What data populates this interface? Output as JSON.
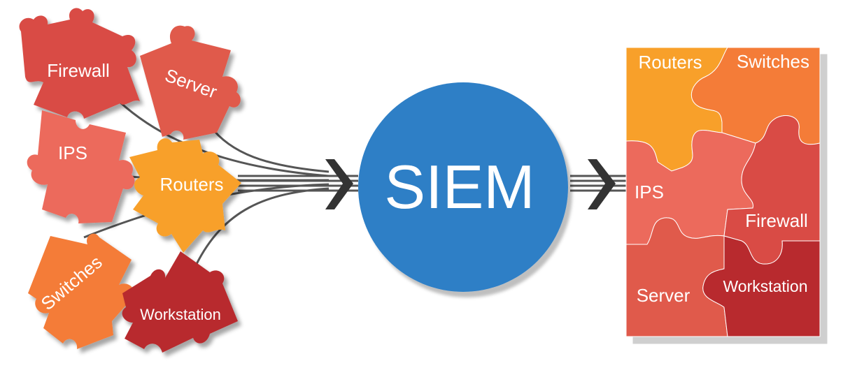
{
  "center": {
    "label": "SIEM"
  },
  "sources": {
    "firewall": "Firewall",
    "server": "Server",
    "ips": "IPS",
    "routers": "Routers",
    "switches": "Switches",
    "workstation": "Workstation"
  },
  "assembled": {
    "routers": "Routers",
    "switches": "Switches",
    "ips": "IPS",
    "firewall": "Firewall",
    "server": "Server",
    "workstation": "Workstation"
  },
  "colors": {
    "firewall": "#d94b45",
    "server": "#e05a4c",
    "ips": "#ec6a5c",
    "routers": "#f8a02a",
    "switches": "#f47c38",
    "workstation": "#b82c2e",
    "siem": "#2f7fc6",
    "cable": "#555555",
    "arrow": "#333333"
  },
  "icons": {
    "source_pieces": "puzzle-piece-icon",
    "flow_arrows": "chevron-right-icon"
  }
}
